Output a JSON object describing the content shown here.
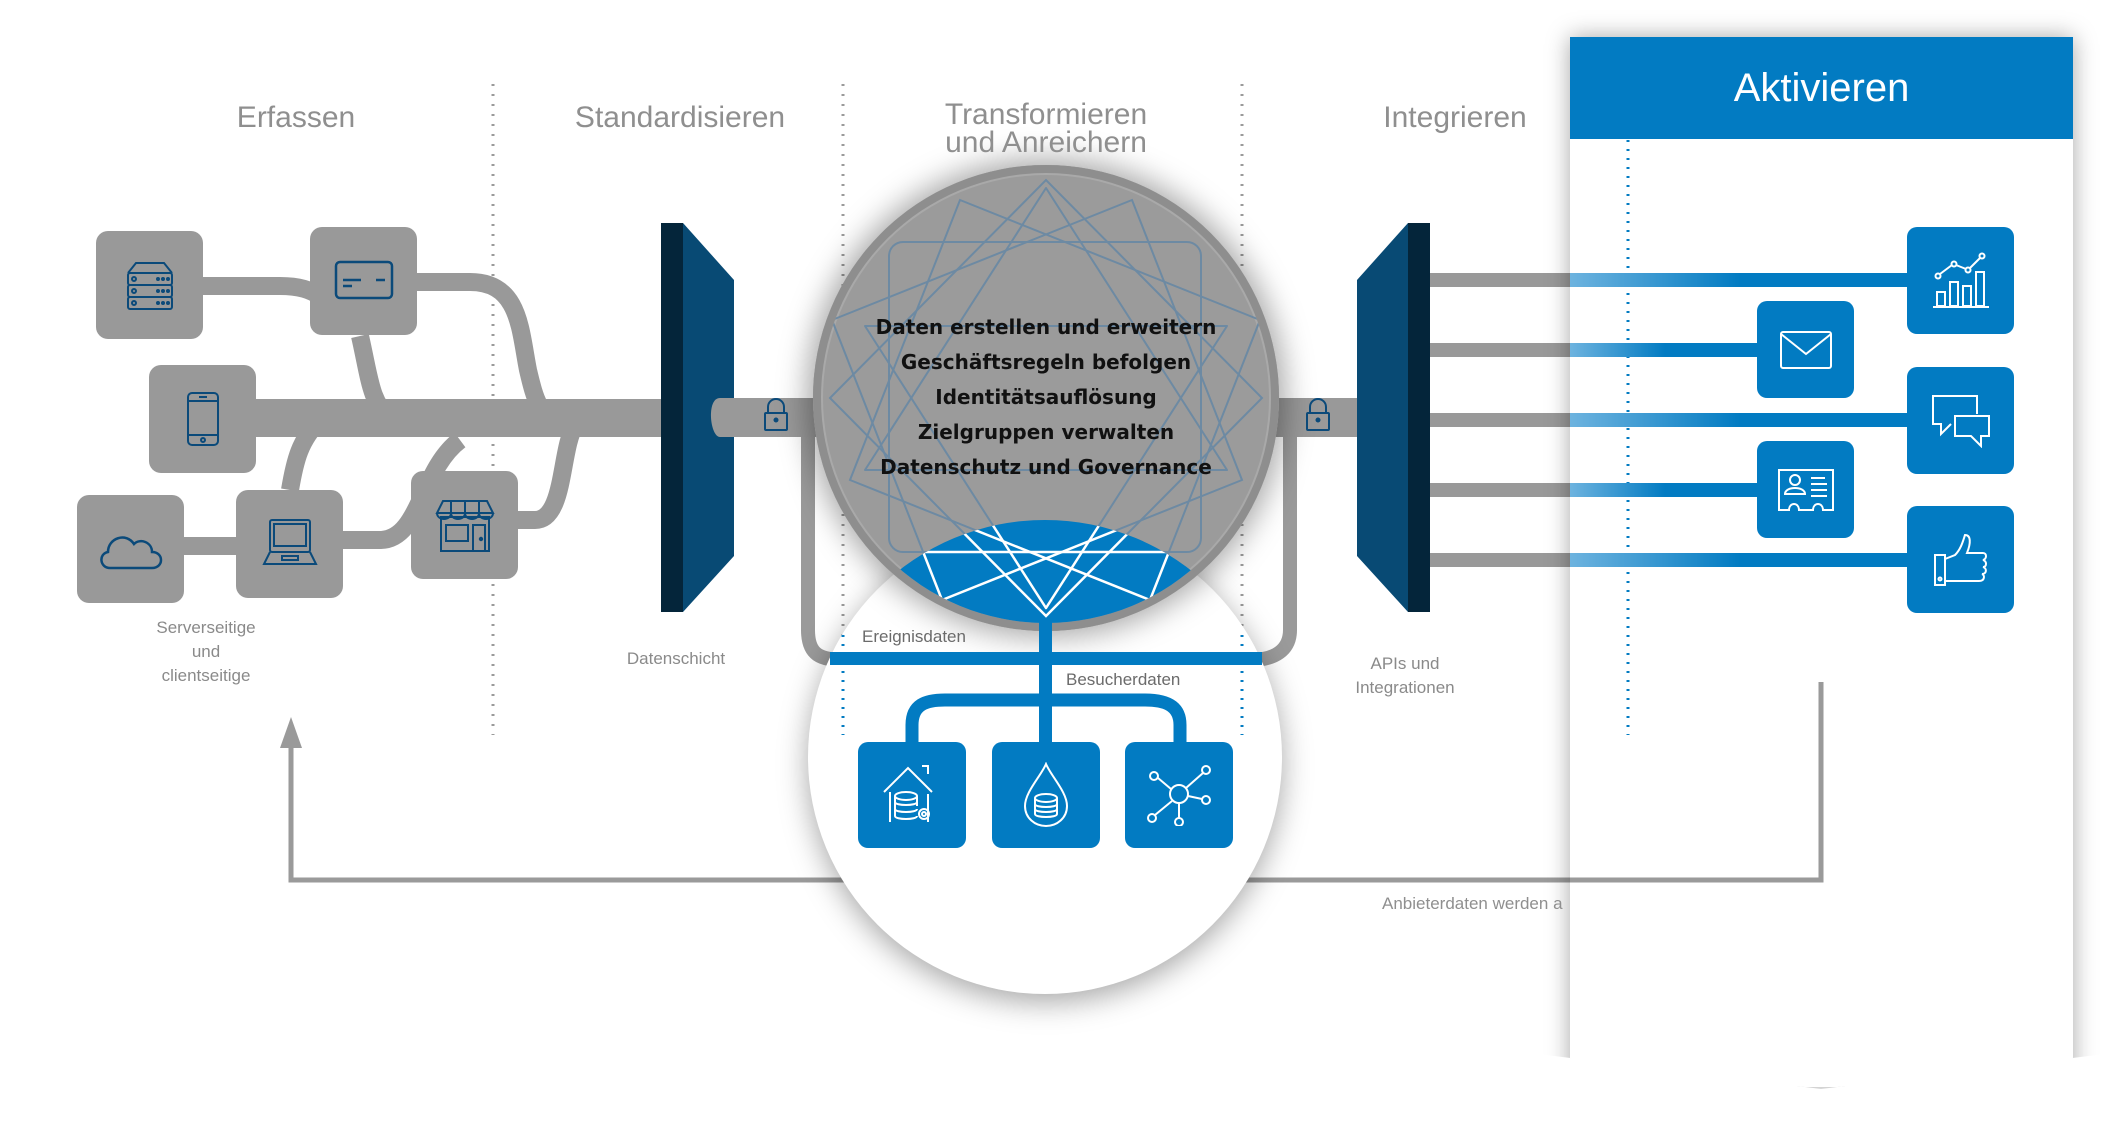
{
  "stages": [
    {
      "id": "erfassen",
      "title": "Erfassen"
    },
    {
      "id": "standardisieren",
      "title": "Standardisieren"
    },
    {
      "id": "transformieren",
      "title_line1": "Transformieren",
      "title_line2": "und Anreichern"
    },
    {
      "id": "integrieren",
      "title": "Integrieren"
    },
    {
      "id": "aktivieren",
      "title": "Aktivieren"
    }
  ],
  "captions": {
    "sources_line1": "Serverseitige",
    "sources_line2": "und",
    "sources_line3": "clientseitige",
    "data_layer": "Datenschicht",
    "apis_line1": "APIs und",
    "apis_line2": "Integrationen",
    "event_data": "Ereignisdaten",
    "visitor_data": "Besucherdaten",
    "vendor_data": "Anbieterdaten werden a"
  },
  "processes": [
    "Daten erstellen und erweitern",
    "Geschäftsregeln befolgen",
    "Identitätsauflösung",
    "Zielgruppen verwalten",
    "Datenschutz und Governance"
  ],
  "sources": [
    {
      "name": "server",
      "icon": "server-icon"
    },
    {
      "name": "payment-card",
      "icon": "credit-card-icon"
    },
    {
      "name": "mobile",
      "icon": "smartphone-icon"
    },
    {
      "name": "cloud",
      "icon": "cloud-icon"
    },
    {
      "name": "laptop",
      "icon": "laptop-icon"
    },
    {
      "name": "store",
      "icon": "storefront-icon"
    }
  ],
  "storage": [
    {
      "name": "data-warehouse",
      "icon": "house-database-gear-icon"
    },
    {
      "name": "data-lake",
      "icon": "droplet-database-icon"
    },
    {
      "name": "network",
      "icon": "hub-network-icon"
    }
  ],
  "destinations": [
    {
      "name": "analytics",
      "icon": "chart-analytics-icon"
    },
    {
      "name": "email",
      "icon": "envelope-icon"
    },
    {
      "name": "messaging",
      "icon": "chat-bubbles-icon"
    },
    {
      "name": "identity",
      "icon": "id-card-icon"
    },
    {
      "name": "social",
      "icon": "thumbs-up-icon"
    }
  ],
  "colors": {
    "accent_blue": "#027bc2",
    "gate_blue": "#084a74",
    "gate_dark": "#04253a",
    "pipe_grey": "#999999",
    "text_grey": "#8f8f8f",
    "icon_stroke_dark": "#0b4a7a"
  }
}
